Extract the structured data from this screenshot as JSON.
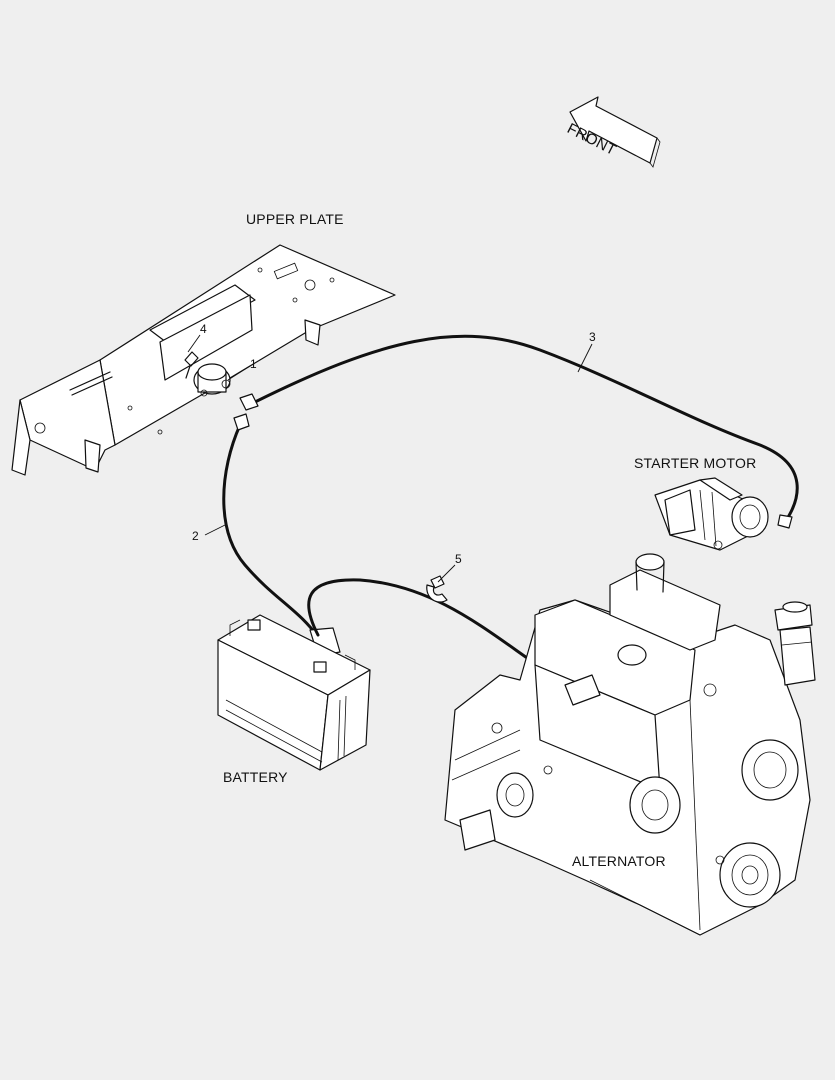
{
  "labels": {
    "front": "FRONT",
    "upper_plate": "UPPER PLATE",
    "starter_motor": "STARTER MOTOR",
    "battery": "BATTERY",
    "alternator": "ALTERNATOR"
  },
  "callouts": {
    "c1": "1",
    "c2": "2",
    "c3": "3",
    "c4": "4",
    "c5": "5"
  }
}
